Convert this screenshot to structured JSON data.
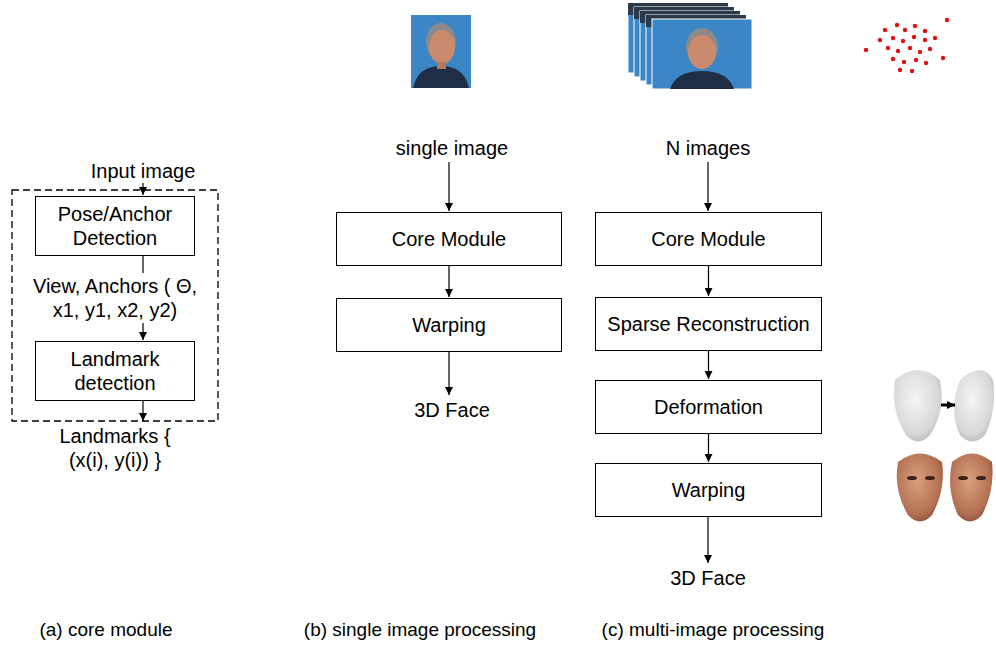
{
  "diagram": {
    "nodes": [
      {
        "text": [
          "Pose/Anchor Detection"
        ]
      },
      {
        "text": [
          "Landmark detection"
        ]
      },
      {
        "text": [
          "Core Module"
        ]
      },
      {
        "text": [
          "Warping"
        ]
      },
      {
        "text": [
          "Core Module"
        ]
      },
      {
        "text": [
          "Sparse Reconstruction"
        ]
      },
      {
        "text": [
          "Deformation"
        ]
      },
      {
        "text": [
          "Warping"
        ]
      }
    ],
    "edges": [
      {
        "from": 0,
        "to": 1,
        "arrow": "to",
        "label": "View, Anchors ( Θ, x1, y1, x2, y2)"
      },
      {
        "from": 2,
        "to": 3,
        "arrow": "to"
      },
      {
        "from": 4,
        "to": 5,
        "arrow": "to"
      },
      {
        "from": 5,
        "to": 6,
        "arrow": "to"
      },
      {
        "from": 6,
        "to": 7,
        "arrow": "to"
      }
    ],
    "labels": [
      "Input image",
      "Landmarks { (x(i), y(i)) }",
      "single image",
      "N images",
      "3D Face",
      "3D Face",
      "(a) core module",
      "(b) single image processing",
      "(c) multi-image processing"
    ]
  }
}
